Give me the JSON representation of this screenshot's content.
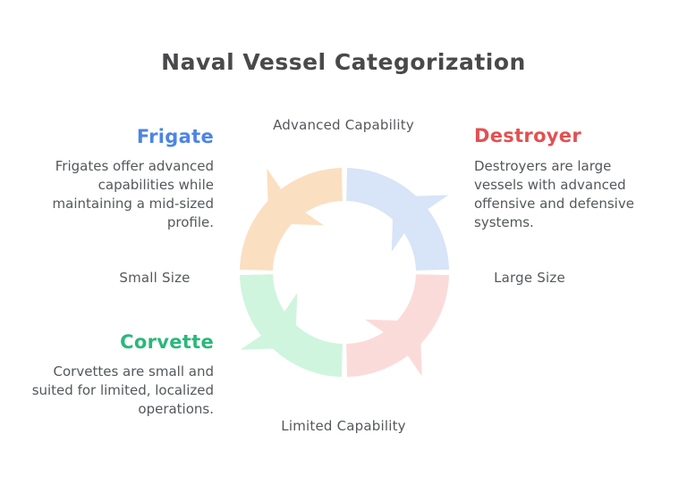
{
  "title": "Naval Vessel Categorization",
  "axis_labels": {
    "top": "Advanced Capability",
    "bottom": "Limited Capability",
    "left": "Small Size",
    "right": "Large Size"
  },
  "sections": {
    "frigate": {
      "heading": "Frigate",
      "heading_color": "#4d84e6",
      "description": "Frigates offer advanced\ncapabilities while\nmaintaining a mid-sized\nprofile."
    },
    "destroyer": {
      "heading": "Destroyer",
      "heading_color": "#e25151",
      "description": "Destroyers are large\nvessels with advanced\noffensive and defensive\nsystems."
    },
    "corvette": {
      "heading": "Corvette",
      "heading_color": "#2ab87a",
      "description": "Corvettes are small and\nsuited for limited, localized\noperations."
    }
  },
  "cycle": {
    "direction": "counterclockwise",
    "segments": [
      {
        "position": "top-left",
        "color": "#fbdfc1"
      },
      {
        "position": "top-right",
        "color": "#d8e4f7"
      },
      {
        "position": "bottom-left",
        "color": "#cff5de"
      },
      {
        "position": "bottom-right",
        "color": "#fbdbd9"
      }
    ]
  },
  "text_colors": {
    "title": "#48494b",
    "body": "#54585b"
  }
}
